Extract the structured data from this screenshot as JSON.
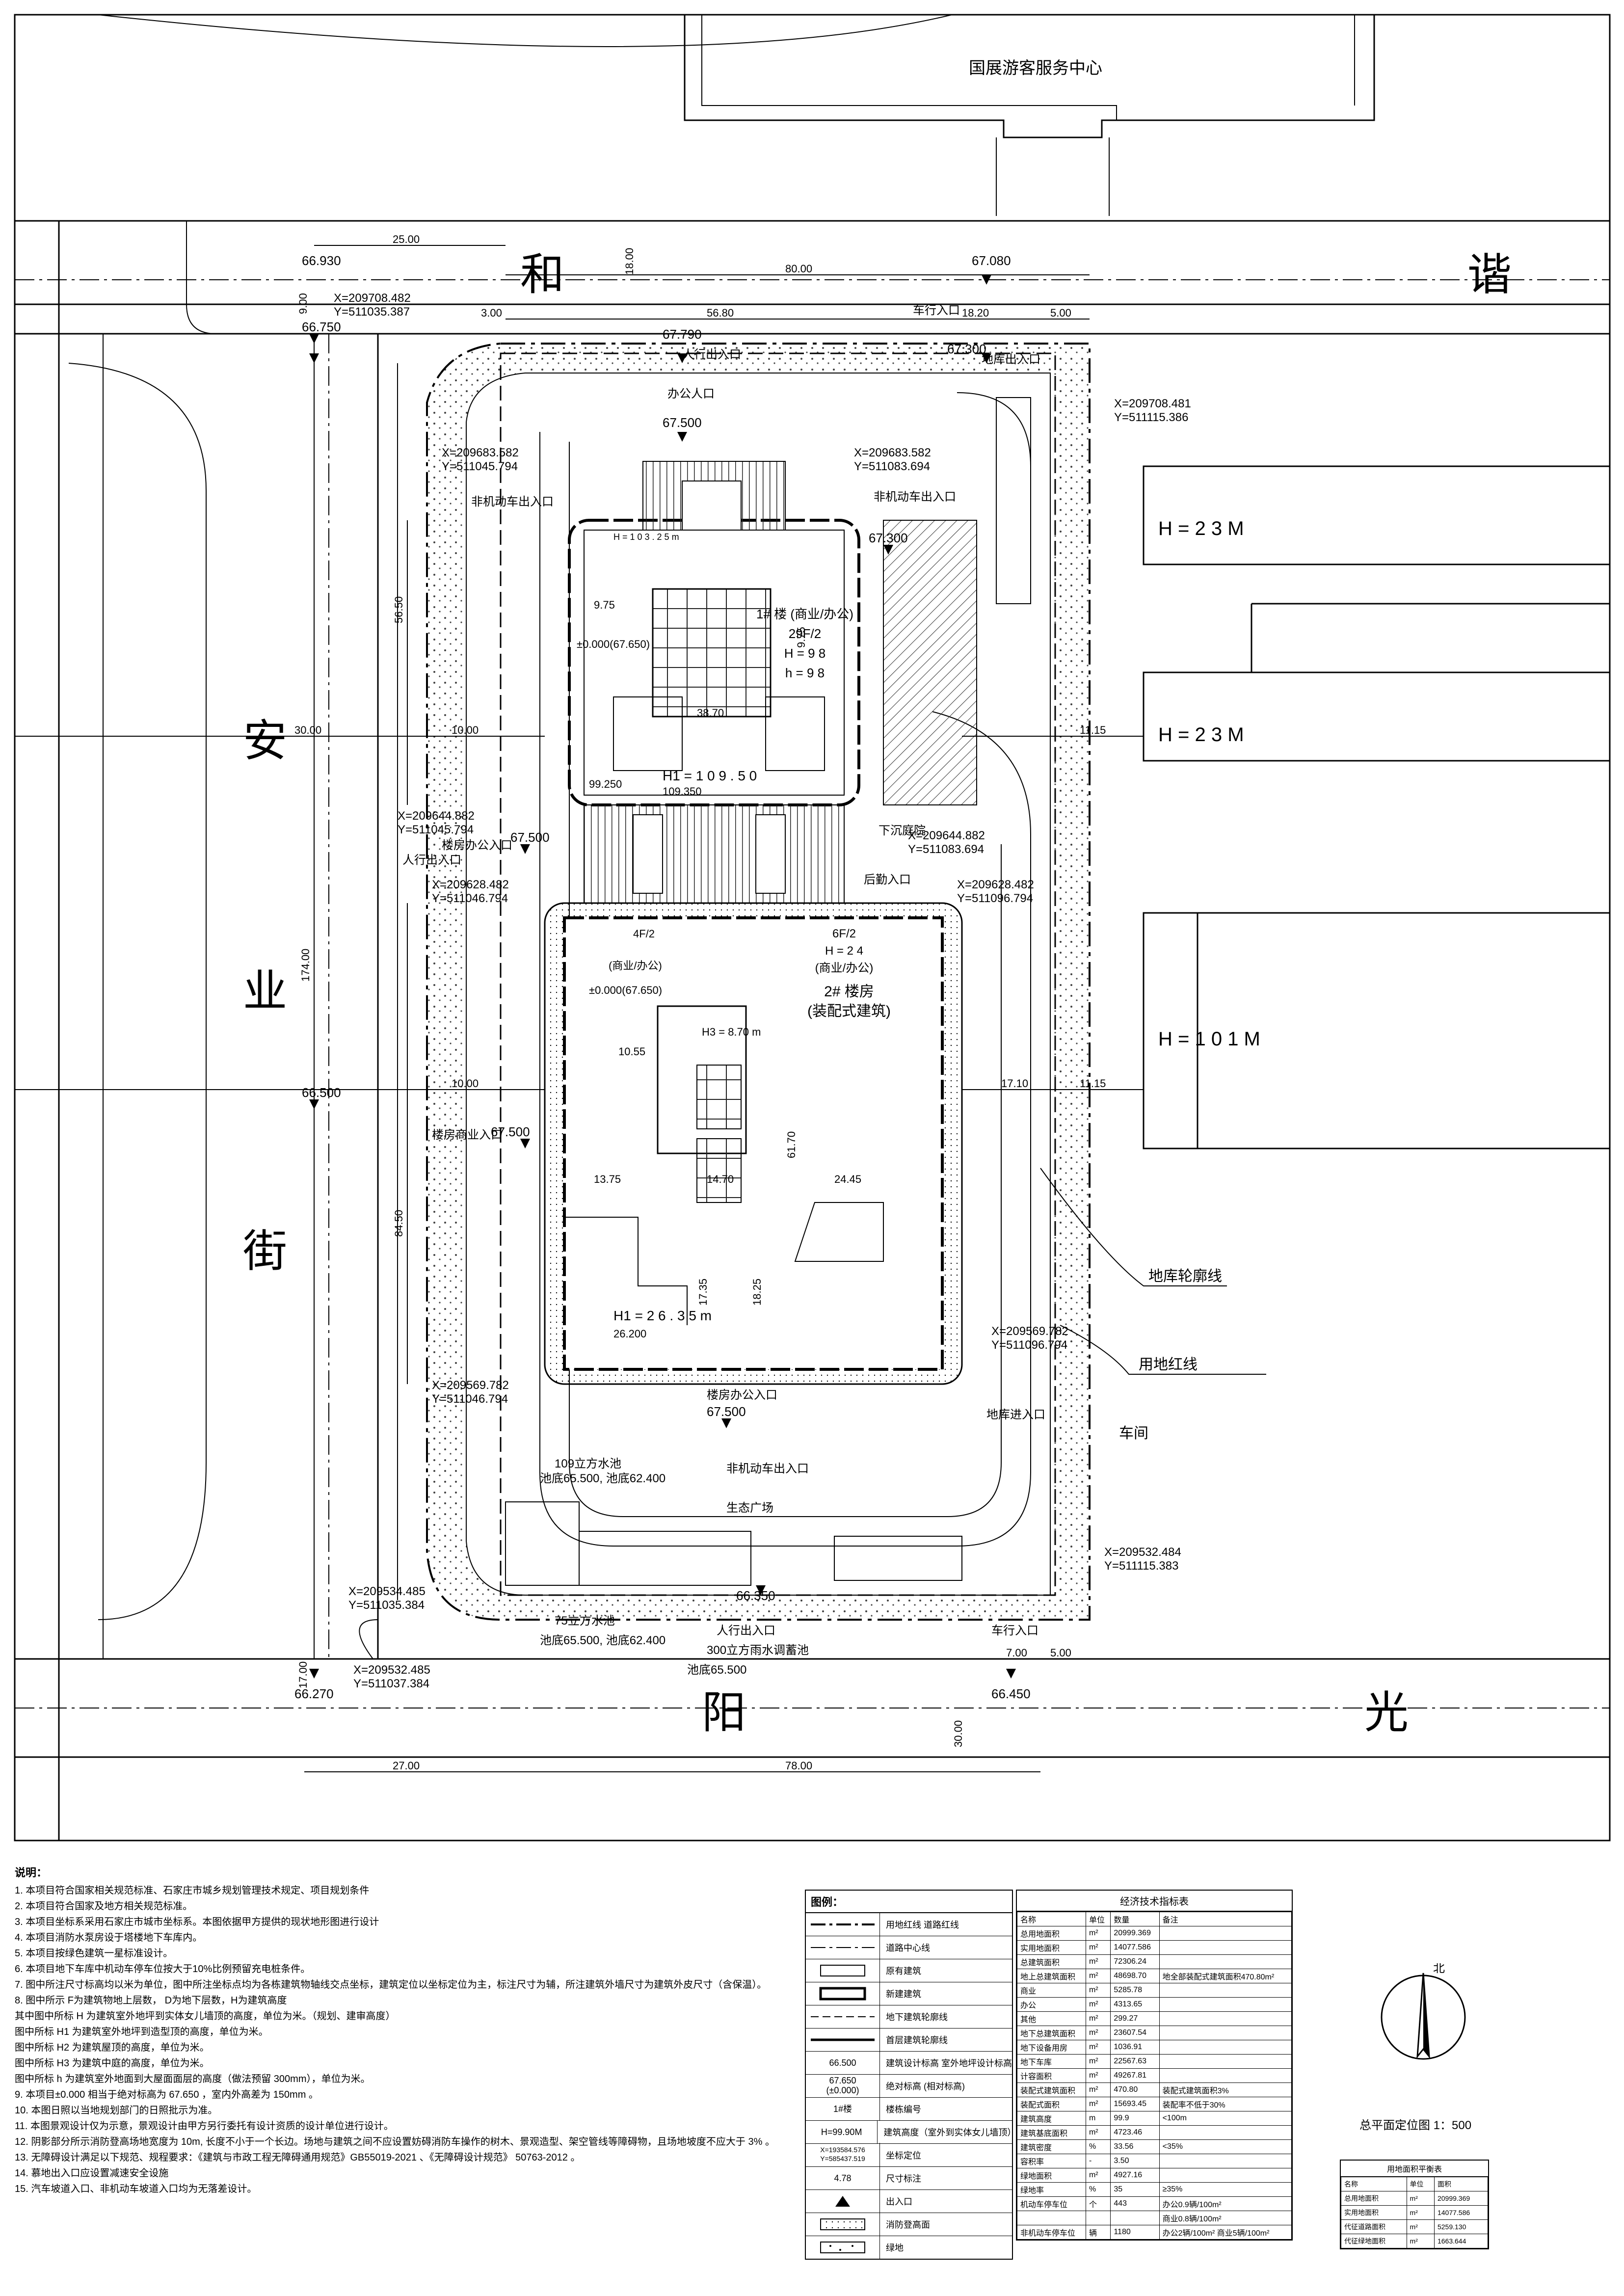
{
  "site": {
    "visitor_center": "国展游客服务中心",
    "roads": {
      "north": [
        "和",
        "谐"
      ],
      "south": [
        "阳",
        "光"
      ],
      "west": [
        "安",
        "业",
        "街"
      ]
    },
    "heights": [
      "H = 2 3 M",
      "H = 2 3 M",
      "H = 1 0 1 M"
    ],
    "workshop": "车间",
    "callouts": {
      "basement_outline": "地库轮廓线",
      "land_redline": "用地红线"
    },
    "elevations": [
      "66.930",
      "66.750",
      "67.080",
      "67.790",
      "67.500",
      "67.300",
      "67.300",
      "67.500",
      "67.500",
      "66.500",
      "66.270",
      "66.450",
      "66.350",
      "67.500"
    ],
    "coords": [
      "X=209708.482",
      "Y=511035.387",
      "X=209708.481",
      "Y=511115.386",
      "X=209683.582",
      "Y=511045.794",
      "X=209683.582",
      "Y=511083.694",
      "X=209644.882",
      "Y=511045.794",
      "X=209644.882",
      "Y=511083.694",
      "X=209628.482",
      "Y=511046.794",
      "X=209628.482",
      "Y=511096.794",
      "X=209569.782",
      "Y=511046.794",
      "X=209569.782",
      "Y=511096.794",
      "X=209534.485",
      "Y=511035.384",
      "X=209532.485",
      "Y=511037.384",
      "X=209532.484",
      "Y=511115.383"
    ],
    "dims": [
      "25.00",
      "80.00",
      "56.80",
      "18.20",
      "5.00",
      "3.00",
      "9.00",
      "18.00",
      "30.00",
      "10.00",
      "11.15",
      "174.00",
      "56.50",
      "84.50",
      "27.00",
      "78.00",
      "17.00",
      "30.00",
      "7.00",
      "5.00",
      "10.00",
      "17.10",
      "11.15",
      "38.70",
      "10.55",
      "13.75",
      "14.70",
      "24.45",
      "61.70",
      "17.35",
      "18.25",
      "9.75",
      "9.75"
    ],
    "building1": {
      "label": "1# 楼 (商业/办公)",
      "floors": "29F/2",
      "height": "H = 9 8",
      "h": "h = 9 8",
      "h1": "H1 = 1 0 9 . 5 0",
      "top": "109.350",
      "top2": "99.250",
      "floor_h": "H = 1 0 3 . 2 5 m",
      "zero": "±0.000(67.650)"
    },
    "building2": {
      "label": "2# 楼房",
      "type": "(装配式建筑)",
      "floors": "6F/2",
      "h": "H = 2 4",
      "use": "(商业/办公)",
      "h1": "H1 = 2 6 . 3 5 m",
      "top": "26.200",
      "zero": "±0.000(67.650)",
      "left": "4F/2",
      "use_left": "(商业/办公)",
      "core": "H3 = 8.70 m"
    },
    "entrances": {
      "ped_n": "人行出入口",
      "office_n": "办公人口",
      "car_in_n": "车行入口",
      "garage_n": "地库出入口",
      "car_ne": "非机动车出入口",
      "ped_w": "人行出入口",
      "office_w": "楼房办公入口",
      "office_w2": "楼房商业入口",
      "sunken": "下沉庭院",
      "rear": "后勤入口",
      "ped_s": "人行出入口",
      "office_s": "楼房办公入口",
      "garage_s": "地库进入口",
      "car_s": "车行入口",
      "bike": "非机动车出入口",
      "plaza": "生态广场",
      "pool": "109立方水池",
      "pool2": "75立方水池",
      "pool3": "300立方雨水调蓄池",
      "elev_note": "池底65.500, 池底62.400",
      "elev_note2": "池底65.500, 池底62.400",
      "elev_note3": "池底65.500"
    }
  },
  "notes": {
    "title": "说明：",
    "items": [
      "1. 本项目符合国家相关规范标准、石家庄市城乡规划管理技术规定、项目规划条件",
      "2. 本项目符合国家及地方相关规范标准。",
      "3. 本项目坐标系采用石家庄市城市坐标系。本图依据甲方提供的现状地形图进行设计",
      "4. 本项目消防水泵房设于塔楼地下车库内。",
      "5. 本项目按绿色建筑一星标准设计。",
      "6. 本项目地下车库中机动车停车位按大于10%比例预留充电桩条件。",
      "7. 图中所注尺寸标高均以米为单位，图中所注坐标点均为各栋建筑物轴线交点坐标，建筑定位以坐标定位为主，标注尺寸为辅，所注建筑外墙尺寸为建筑外皮尺寸（含保温）。",
      "8. 图中所示 F为建筑物地上层数， D为地下层数，H为建筑高度",
      "其中图中所标  H  为建筑室外地坪到实体女儿墙顶的高度，单位为米。（规划、建审高度）",
      "     图中所标  H1  为建筑室外地坪到造型顶的高度，单位为米。",
      "     图中所标  H2  为建筑屋顶的高度，单位为米。",
      "     图中所标  H3  为建筑中庭的高度，单位为米。",
      "     图中所标  h  为建筑室外地面到大屋面面层的高度（做法预留 300mm），单位为米。",
      "9. 本项目±0.000 相当于绝对标高为  67.650 ，室内外高差为  150mm 。",
      "10. 本图日照以当地规划部门的日照批示为准。",
      "11. 本图景观设计仅为示意，景观设计由甲方另行委托有设计资质的设计单位进行设计。",
      "12. 阴影部分所示消防登高场地宽度为 10m, 长度不小于一个长边。场地与建筑之间不应设置妨碍消防车操作的树木、景观造型、架空管线等障碍物，且场地坡度不应大于 3% 。",
      "13. 无障碍设计满足以下规范、规程要求：《建筑与市政工程无障碍通用规范》GB55019-2021 、《无障碍设计规范》  50763-2012 。",
      "14. 慕地出入口应设置减速安全设施",
      "15. 汽车坡道入口、非机动车坡道入口均为无落差设计。"
    ]
  },
  "legend": {
    "title": "图例：",
    "items": [
      "用地红线  道路红线",
      "道路中心线",
      "原有建筑",
      "新建建筑",
      "地下建筑轮廓线",
      "首层建筑轮廓线",
      "建筑设计标高",
      "室外地坪设计标高",
      "绝对标高",
      "(相对标高)",
      "楼栋编号",
      "建筑高度（室外到实体女儿墙顶）",
      "坐标定位",
      "尺寸标注",
      "出入口",
      "消防登高面",
      "绿地"
    ],
    "symbols": [
      "66.500",
      "67.650",
      "(±0.000)",
      "1#楼",
      "H=99.90M",
      "X=193584.576",
      "Y=585437.519",
      "4.78"
    ]
  },
  "tech": {
    "title": "经济技术指标表",
    "headers": [
      "名称",
      "单位",
      "数量",
      "备注"
    ],
    "rows": [
      [
        "总用地面积",
        "m²",
        "20999.369",
        ""
      ],
      [
        "实用地面积",
        "m²",
        "14077.586",
        ""
      ],
      [
        "总建筑面积",
        "m²",
        "72306.24",
        ""
      ],
      [
        "地上总建筑面积",
        "m²",
        "48698.70",
        "地全部装配式建筑面积470.80m²"
      ],
      [
        "商业",
        "m²",
        "5285.78",
        ""
      ],
      [
        "办公",
        "m²",
        "4313.65",
        ""
      ],
      [
        "其他",
        "m²",
        "299.27",
        ""
      ],
      [
        "地下总建筑面积",
        "m²",
        "23607.54",
        ""
      ],
      [
        "地下设备用房",
        "m²",
        "1036.91",
        ""
      ],
      [
        "地下车库",
        "m²",
        "22567.63",
        ""
      ],
      [
        "计容面积",
        "m²",
        "49267.81",
        ""
      ],
      [
        "装配式建筑面积",
        "m²",
        "470.80",
        "装配式建筑面积3%"
      ],
      [
        "装配式面积",
        "m²",
        "15693.45",
        "装配率不低于30%"
      ],
      [
        "建筑高度",
        "m",
        "99.9",
        "<100m"
      ],
      [
        "建筑基底面积",
        "m²",
        "4723.46",
        ""
      ],
      [
        "建筑密度",
        "%",
        "33.56",
        "<35%"
      ],
      [
        "容积率",
        "-",
        "3.50",
        ""
      ],
      [
        "绿地面积",
        "m²",
        "4927.16",
        ""
      ],
      [
        "绿地率",
        "%",
        "35",
        "≥35%"
      ],
      [
        "机动车停车位",
        "个",
        "443",
        "办公0.9辆/100m²"
      ],
      [
        "",
        "",
        "",
        "商业0.8辆/100m²"
      ],
      [
        "非机动车停车位",
        "辆",
        "1180",
        "办公2辆/100m²  商业5辆/100m²"
      ]
    ]
  },
  "north": {
    "label": "北"
  },
  "scale": {
    "label": "总平面定位图 1：500"
  },
  "green_table": {
    "title": "用地面积平衡表",
    "headers": [
      "名称",
      "单位",
      "面积"
    ],
    "rows": [
      [
        "总用地面积",
        "m²",
        "20999.369"
      ],
      [
        "实用地面积",
        "m²",
        "14077.586"
      ],
      [
        "代征道路面积",
        "m²",
        "5259.130"
      ],
      [
        "代征绿地面积",
        "m²",
        "1663.644"
      ]
    ]
  },
  "colors": {
    "line": "#000000",
    "hatch": "#555555",
    "fill": "#e6e6e6"
  }
}
